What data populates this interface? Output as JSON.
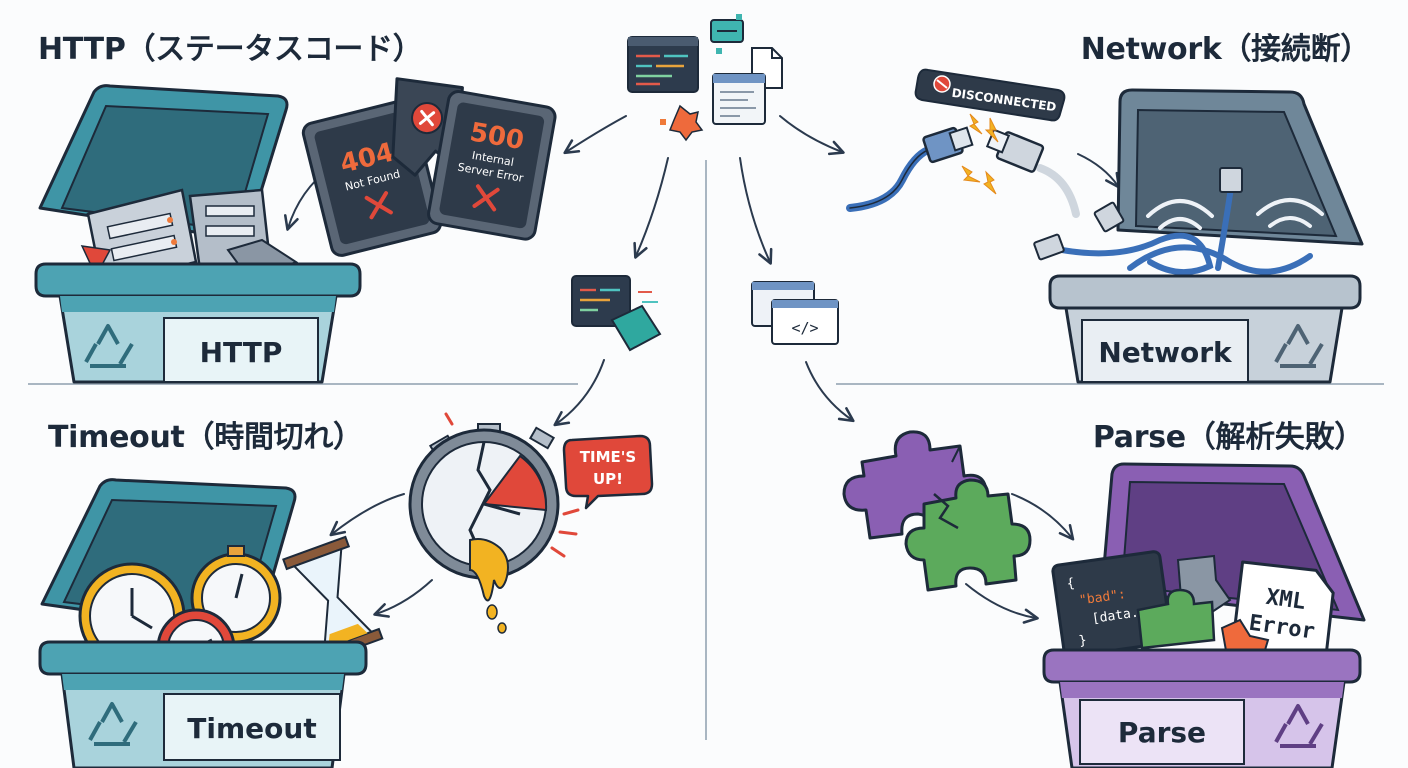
{
  "categories": {
    "http": {
      "title": "HTTP（ステータスコード）",
      "bin_label": "HTTP",
      "card_404_code": "404",
      "card_404_text": "Not Found",
      "card_500_code": "500",
      "card_500_line1": "Internal",
      "card_500_line2": "Server Error"
    },
    "network": {
      "title": "Network（接続断）",
      "bin_label": "Network",
      "sign_text": "DISCONNECTED"
    },
    "timeout": {
      "title": "Timeout（時間切れ）",
      "bin_label": "Timeout",
      "bubble_line1": "TIME'S",
      "bubble_line2": "UP!"
    },
    "parse": {
      "title": "Parse（解析失敗）",
      "bin_label": "Parse",
      "code_line1": "{",
      "code_line2": "\"bad\":",
      "code_line3": "[data...",
      "code_line4": "}",
      "paper_line1": "XML",
      "paper_line2": "Error"
    }
  },
  "center": {
    "code_window_text": "</>"
  },
  "colors": {
    "teal": "#3f95a6",
    "teal_dark": "#2f7687",
    "slate": "#6f8799",
    "purple": "#8a5fb3",
    "red": "#e0483a",
    "orange": "#ef7a3a",
    "ink": "#1d2a3a"
  }
}
